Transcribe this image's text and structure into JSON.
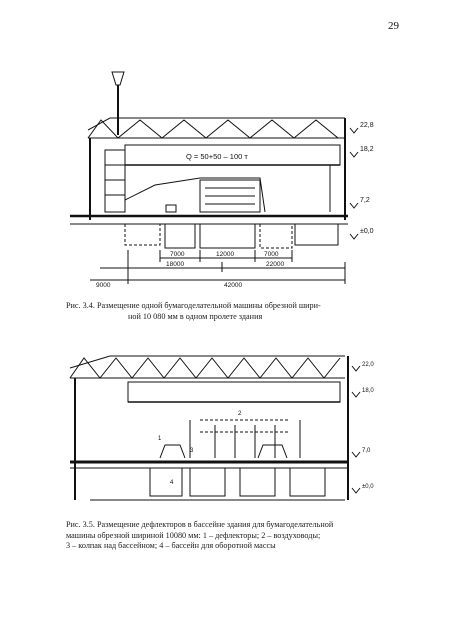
{
  "page_number": "29",
  "figure1": {
    "caption_line1": "Рис. 3.4. Размещение одной бумагоделательной машины обрезной шири-",
    "caption_line2": "ной 10 080 мм в одном пролете здания",
    "crane_label": "Q = 50+50 – 100 т",
    "levels": [
      "22,8",
      "18,2",
      "7,2",
      "±0,0"
    ],
    "dims_row1": [
      "7000",
      "12000",
      "7000"
    ],
    "dims_row2": [
      "18000",
      "22000"
    ],
    "dims_row3": [
      "9000",
      "42000"
    ]
  },
  "figure2": {
    "caption_line1": "Рис. 3.5. Размещение дефлекторов в бассейне здания для бумагоделательной",
    "caption_line2": "машины обрезной шириной 10080 мм: 1 – дефлекторы; 2 – воздуховоды;",
    "caption_line3": "3 – колпак над бассейном; 4 – бассейн для оборотной массы",
    "levels": [
      "22,0",
      "18,0",
      "7,0",
      "±0,0"
    ],
    "callouts": [
      "1",
      "2",
      "3",
      "4"
    ]
  }
}
